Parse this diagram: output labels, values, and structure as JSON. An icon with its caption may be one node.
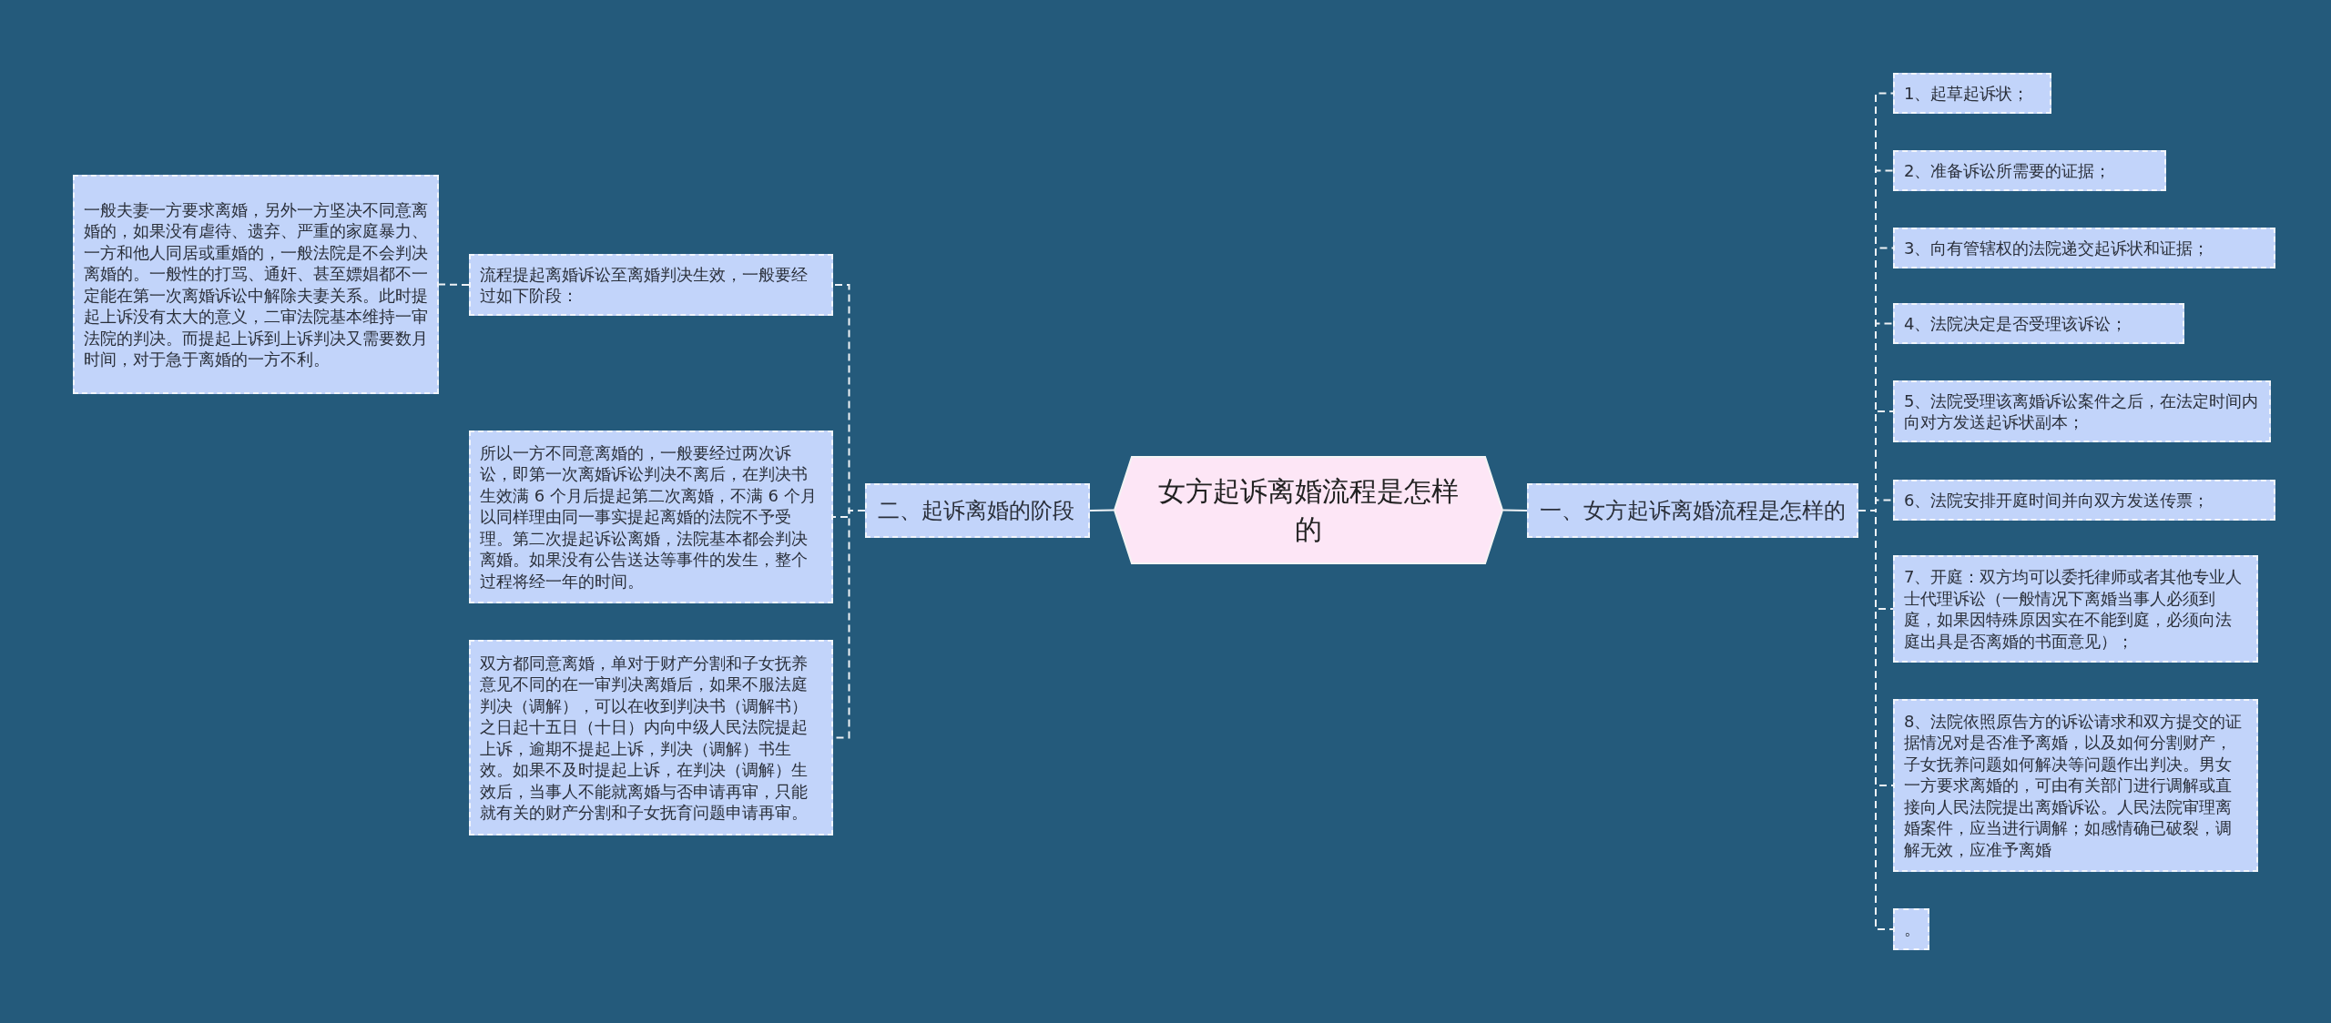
{
  "diagram": {
    "nodes": [
      {
        "text": [
          "女方起诉离婚流程是怎样的"
        ]
      },
      {
        "text": [
          "一、女方起诉离婚流程是怎样的"
        ]
      },
      {
        "text": [
          "1、起草起诉状；"
        ]
      },
      {
        "text": [
          "2、准备诉讼所需要的证据；"
        ]
      },
      {
        "text": [
          "3、向有管辖权的法院递交起诉状和证据；"
        ]
      },
      {
        "text": [
          "4、法院决定是否受理该诉讼；"
        ]
      },
      {
        "text": [
          "5、法院受理该离婚诉讼案件之后，在法定时间内向对方发送起诉状副本；"
        ]
      },
      {
        "text": [
          "6、法院安排开庭时间并向双方发送传票；"
        ]
      },
      {
        "text": [
          "7、开庭：双方均可以委托律师或者其他专业人士代理诉讼（一般情况下离婚当事人必须到庭，如果因特殊原因实在不能到庭，必须向法庭出具是否离婚的书面意见）；"
        ]
      },
      {
        "text": [
          "8、法院依照原告方的诉讼请求和双方提交的证据情况对是否准予离婚，以及如何分割财产，子女抚养问题如何解决等问题作出判决。男女一方要求离婚的，可由有关部门进行调解或直接向人民法院提出离婚诉讼。人民法院审理离婚案件，应当进行调解；如感情确已破裂，调解无效，应准予离婚"
        ]
      },
      {
        "text": [
          "。"
        ]
      },
      {
        "text": [
          "二、起诉离婚的阶段"
        ]
      },
      {
        "text": [
          "流程提起离婚诉讼至离婚判决生效，一般要经过如下阶段："
        ]
      },
      {
        "text": [
          "一般夫妻一方要求离婚，另外一方坚决不同意离婚的，如果没有虐待、遗弃、严重的家庭暴力、一方和他人同居或重婚的，一般法院是不会判决离婚的。一般性的打骂、通奸、甚至嫖娼都不一定能在第一次离婚诉讼中解除夫妻关系。此时提起上诉没有太大的意义，二审法院基本维持一审法院的判决。而提起上诉到上诉判决又需要数月时间，对于急于离婚的一方不利。"
        ]
      },
      {
        "text": [
          "所以一方不同意离婚的，一般要经过两次诉讼，即第一次离婚诉讼判决不离后，在判决书生效满 6 个月后提起第二次离婚，不满 6 个月以同样理由同一事实提起离婚的法院不予受理。第二次提起诉讼离婚，法院基本都会判决离婚。如果没有公告送达等事件的发生，整个过程将经一年的时间。"
        ]
      },
      {
        "text": [
          "双方都同意离婚，单对于财产分割和子女抚养意见不同的在一审判决离婚后，如果不服法庭判决（调解），可以在收到判决书（调解书）之日起十五日（十日）内向中级人民法院提起上诉，逾期不提起上诉，判决（调解）书生效。如果不及时提起上诉，在判决（调解）生效后，当事人不能就离婚与否申请再审，只能就有关的财产分割和子女抚育问题申请再审。"
        ]
      }
    ],
    "edges": [
      {
        "from": 0,
        "to": 1,
        "arrow": "none"
      },
      {
        "from": 1,
        "to": 2,
        "arrow": "none",
        "style": "dashed"
      },
      {
        "from": 1,
        "to": 3,
        "arrow": "none",
        "style": "dashed"
      },
      {
        "from": 1,
        "to": 4,
        "arrow": "none",
        "style": "dashed"
      },
      {
        "from": 1,
        "to": 5,
        "arrow": "none",
        "style": "dashed"
      },
      {
        "from": 1,
        "to": 6,
        "arrow": "none",
        "style": "dashed"
      },
      {
        "from": 1,
        "to": 7,
        "arrow": "none",
        "style": "dashed"
      },
      {
        "from": 1,
        "to": 8,
        "arrow": "none",
        "style": "dashed"
      },
      {
        "from": 1,
        "to": 9,
        "arrow": "none",
        "style": "dashed"
      },
      {
        "from": 1,
        "to": 10,
        "arrow": "none",
        "style": "dashed"
      },
      {
        "from": 0,
        "to": 11,
        "arrow": "none"
      },
      {
        "from": 11,
        "to": 12,
        "arrow": "none",
        "style": "dashed"
      },
      {
        "from": 12,
        "to": 13,
        "arrow": "none",
        "style": "dashed"
      },
      {
        "from": 11,
        "to": 14,
        "arrow": "none",
        "style": "dashed"
      },
      {
        "from": 11,
        "to": 15,
        "arrow": "none",
        "style": "dashed"
      }
    ]
  }
}
